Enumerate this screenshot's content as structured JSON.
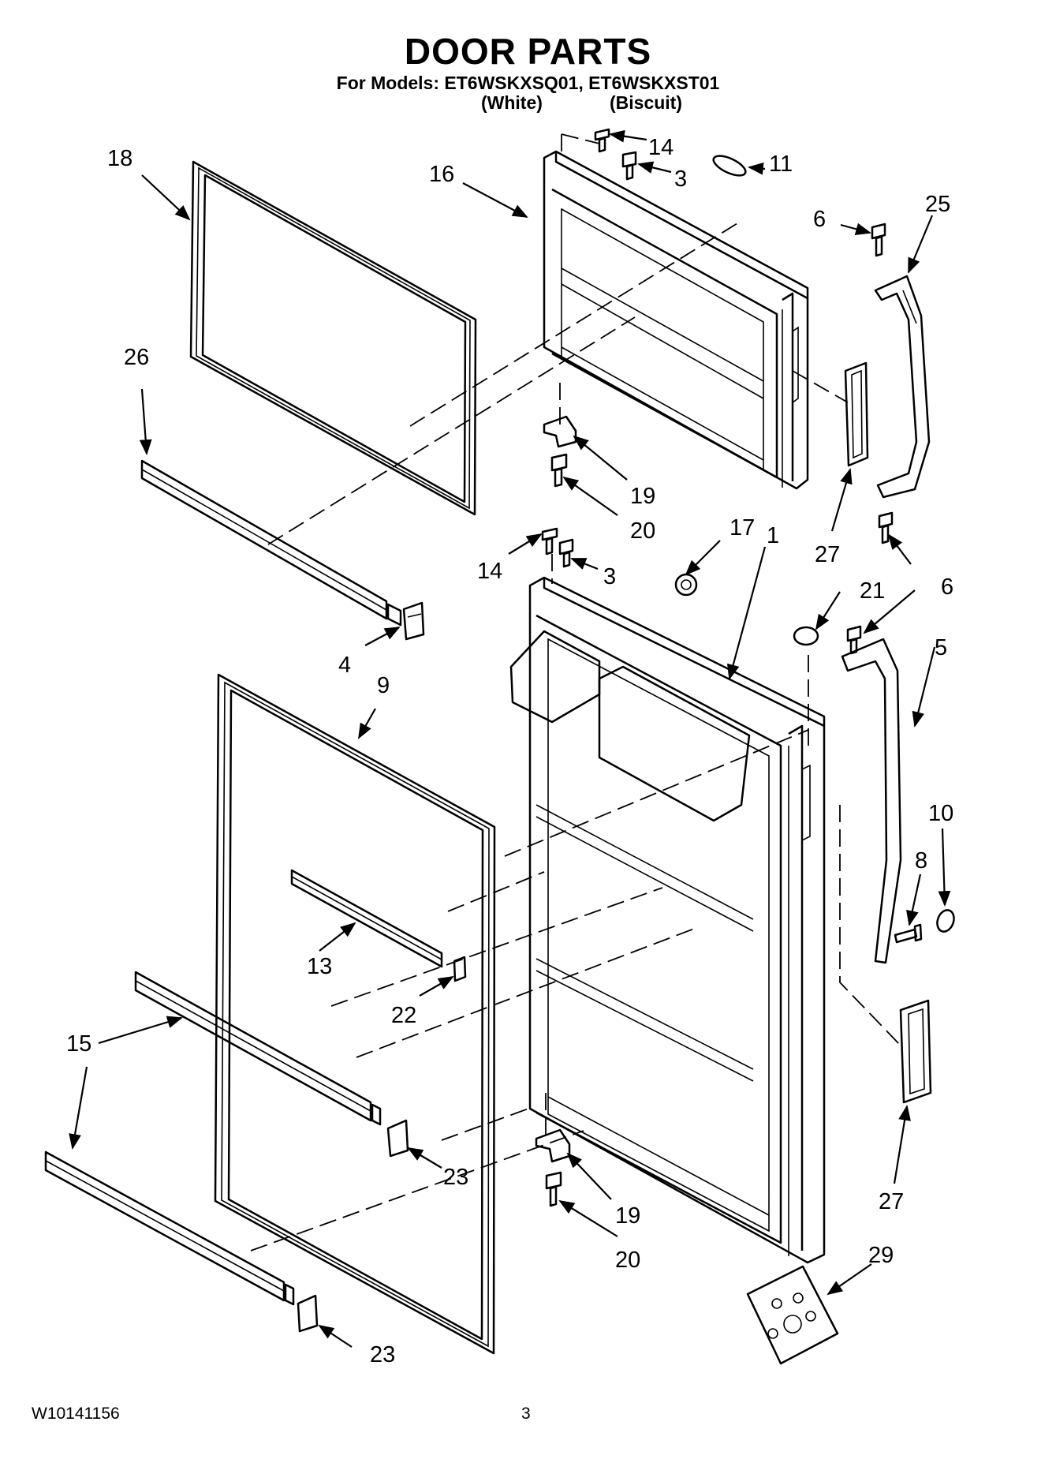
{
  "header": {
    "title": "DOOR PARTS",
    "models_line": "For Models: ET6WSKXSQ01, ET6WSKXST01",
    "variant_white": "(White)",
    "variant_biscuit": "(Biscuit)"
  },
  "footer": {
    "document_number": "W10141156",
    "page_number": "3"
  },
  "callouts": {
    "c18": "18",
    "c16": "16",
    "c14a": "14",
    "c3a": "3",
    "c11": "11",
    "c6a": "6",
    "c25": "25",
    "c26": "26",
    "c19a": "19",
    "c20a": "20",
    "c27a": "27",
    "c17": "17",
    "c1": "1",
    "c21": "21",
    "c6b": "6",
    "c14b": "14",
    "c3b": "3",
    "c4": "4",
    "c9": "9",
    "c5": "5",
    "c10": "10",
    "c8": "8",
    "c13": "13",
    "c22": "22",
    "c15": "15",
    "c23a": "23",
    "c23b": "23",
    "c19b": "19",
    "c20b": "20",
    "c27b": "27",
    "c29": "29"
  }
}
